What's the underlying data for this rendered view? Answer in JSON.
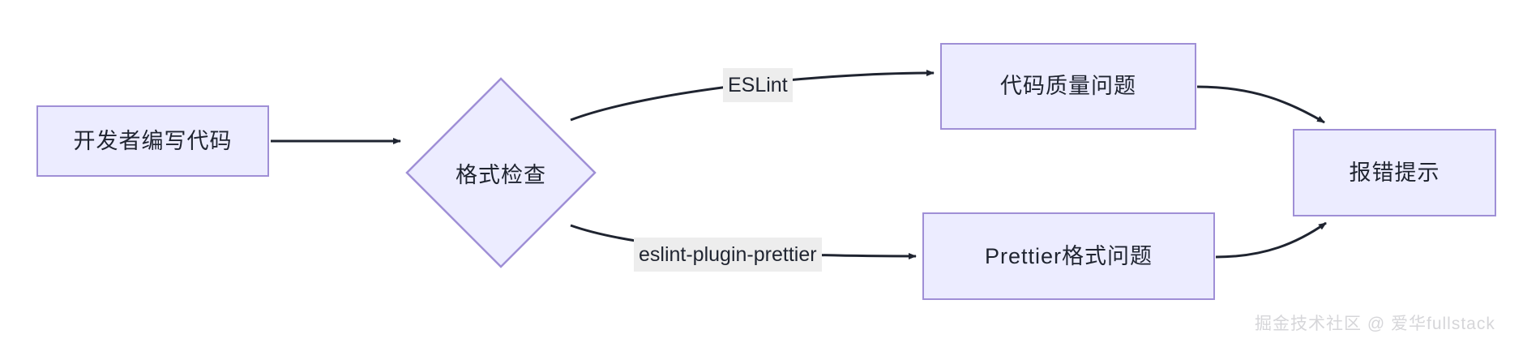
{
  "diagram": {
    "type": "flowchart",
    "direction": "left-to-right",
    "theme": {
      "node_fill": "#ececff",
      "node_border": "#9f8fd6",
      "edge_color": "#1f2430",
      "label_background": "#ededed",
      "text_color": "#1f2430",
      "canvas_background": "#ffffff",
      "watermark_color": "#d6d6d9"
    },
    "nodes": [
      {
        "id": "dev",
        "shape": "rect",
        "label": "开发者编写代码"
      },
      {
        "id": "check",
        "shape": "diamond",
        "label": "格式检查"
      },
      {
        "id": "quality",
        "shape": "rect",
        "label": "代码质量问题"
      },
      {
        "id": "prettier",
        "shape": "rect",
        "label": "Prettier格式问题"
      },
      {
        "id": "error",
        "shape": "rect",
        "label": "报错提示"
      }
    ],
    "edges": [
      {
        "from": "dev",
        "to": "check",
        "label": ""
      },
      {
        "from": "check",
        "to": "quality",
        "label": "ESLint"
      },
      {
        "from": "check",
        "to": "prettier",
        "label": "eslint-plugin-prettier"
      },
      {
        "from": "quality",
        "to": "error",
        "label": ""
      },
      {
        "from": "prettier",
        "to": "error",
        "label": ""
      }
    ]
  },
  "watermark": {
    "text": "掘金技术社区 @ 爱华fullstack"
  }
}
